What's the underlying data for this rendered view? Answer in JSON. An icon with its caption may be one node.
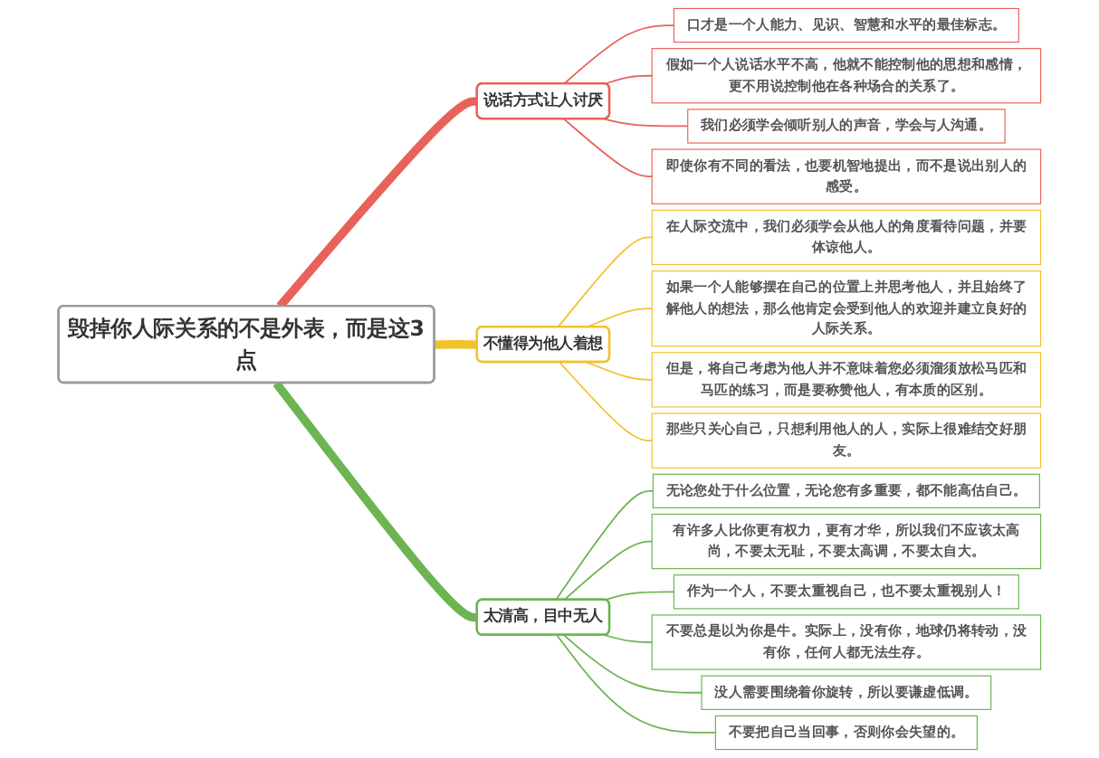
{
  "diagram": {
    "nodes": [
      {
        "text": [
          "毁掉你人际关系的不是外表，而是这3点"
        ]
      },
      {
        "text": [
          "说话方式让人讨厌"
        ]
      },
      {
        "text": [
          "口才是一个人能力、见识、智慧和水平的最佳标志。"
        ]
      },
      {
        "text": [
          "假如一个人说话水平不高，他就不能控制他的思想和感情，更不用说控制他在各种场合的关系了。"
        ]
      },
      {
        "text": [
          "我们必须学会倾听别人的声音，学会与人沟通。"
        ]
      },
      {
        "text": [
          "即使你有不同的看法，也要机智地提出，而不是说出别人的感受。"
        ]
      },
      {
        "text": [
          "不懂得为他人着想"
        ]
      },
      {
        "text": [
          "在人际交流中，我们必须学会从他人的角度看待问题，并要体谅他人。"
        ]
      },
      {
        "text": [
          "如果一个人能够摆在自己的位置上并思考他人，并且始终了解他人的想法，那么他肯定会受到他人的欢迎并建立良好的人际关系。"
        ]
      },
      {
        "text": [
          "但是，将自己考虑为他人并不意味着您必须溜须放松马匹和马匹的练习，而是要称赞他人，有本质的区别。"
        ]
      },
      {
        "text": [
          "那些只关心自己，只想利用他人的人，实际上很难结交好朋友。"
        ]
      },
      {
        "text": [
          "太清高，目中无人"
        ]
      },
      {
        "text": [
          "无论您处于什么位置，无论您有多重要，都不能高估自己。"
        ]
      },
      {
        "text": [
          "有许多人比你更有权力，更有才华，所以我们不应该太高尚，不要太无耻，不要太高调，不要太自大。"
        ]
      },
      {
        "text": [
          "作为一个人，不要太重视自己，也不要太重视别人！"
        ]
      },
      {
        "text": [
          "不要总是以为你是牛。实际上，没有你，地球仍将转动，没有你，任何人都无法生存。"
        ]
      },
      {
        "text": [
          "没人需要围绕着你旋转，所以要谦虚低调。"
        ]
      },
      {
        "text": [
          "不要把自己当回事，否则你会失望的。"
        ]
      }
    ],
    "edges": [
      {
        "from": 0,
        "to": 1,
        "arrow": "none",
        "style": "thick",
        "color": "#e8625a"
      },
      {
        "from": 1,
        "to": 2,
        "arrow": "none",
        "color": "#e8625a"
      },
      {
        "from": 1,
        "to": 3,
        "arrow": "none",
        "color": "#e8625a"
      },
      {
        "from": 1,
        "to": 4,
        "arrow": "none",
        "color": "#e8625a"
      },
      {
        "from": 1,
        "to": 5,
        "arrow": "none",
        "color": "#e8625a"
      },
      {
        "from": 0,
        "to": 6,
        "arrow": "none",
        "style": "thick",
        "color": "#f2c12e"
      },
      {
        "from": 6,
        "to": 7,
        "arrow": "none",
        "color": "#f2c12e"
      },
      {
        "from": 6,
        "to": 8,
        "arrow": "none",
        "color": "#f2c12e"
      },
      {
        "from": 6,
        "to": 9,
        "arrow": "none",
        "color": "#f2c12e"
      },
      {
        "from": 6,
        "to": 10,
        "arrow": "none",
        "color": "#f2c12e"
      },
      {
        "from": 0,
        "to": 11,
        "arrow": "none",
        "style": "thick"
      },
      {
        "from": 11,
        "to": 12,
        "arrow": "none"
      },
      {
        "from": 11,
        "to": 13,
        "arrow": "none"
      },
      {
        "from": 11,
        "to": 14,
        "arrow": "none"
      },
      {
        "from": 11,
        "to": 15,
        "arrow": "none"
      },
      {
        "from": 11,
        "to": 16,
        "arrow": "none"
      },
      {
        "from": 11,
        "to": 17,
        "arrow": "none"
      }
    ]
  }
}
